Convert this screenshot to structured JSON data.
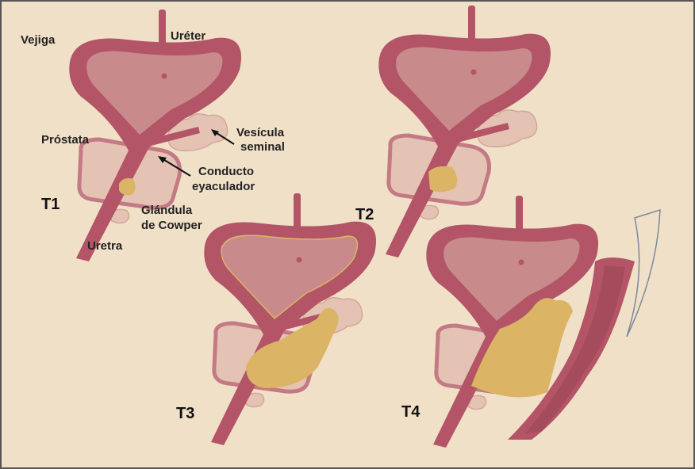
{
  "labels": {
    "bladder": "Vejiga",
    "ureter": "Uréter",
    "seminal_vesicle_1": "Vesícula",
    "seminal_vesicle_2": "seminal",
    "prostate": "Próstata",
    "ejaculatory_duct_1": "Conducto",
    "ejaculatory_duct_2": "eyaculador",
    "cowper_1": "Glándula",
    "cowper_2": "de Cowper",
    "urethra": "Uretra"
  },
  "stages": [
    "T1",
    "T2",
    "T3",
    "T4"
  ],
  "colors": {
    "background": "#f1e0c8",
    "bladder_outer": "#b35566",
    "bladder_inner": "#c98a8c",
    "prostate": "#e4c3b4",
    "prostate_border": "#c47a84",
    "tumor": "#dcb466",
    "border": "#555555"
  }
}
